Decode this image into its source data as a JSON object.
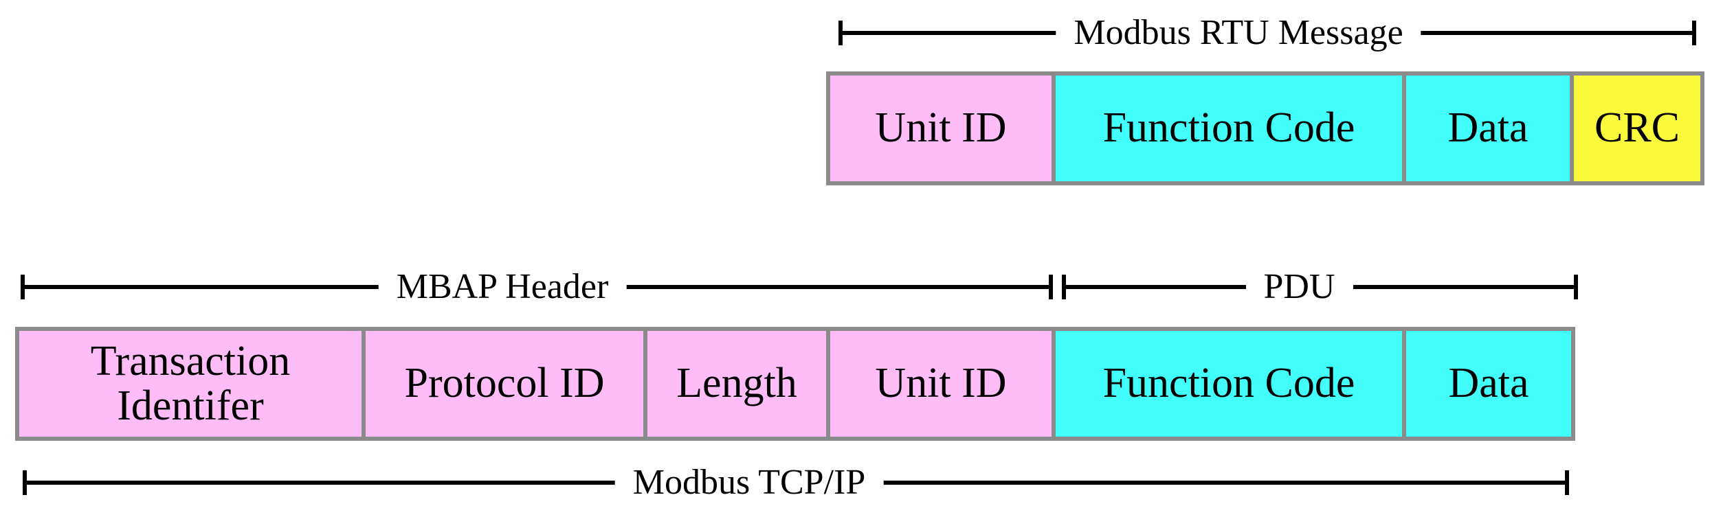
{
  "rtu_section": {
    "bracket_label": "Modbus RTU Message",
    "fields": [
      {
        "label": "Unit ID",
        "color": "pink"
      },
      {
        "label": "Function Code",
        "color": "cyan"
      },
      {
        "label": "Data",
        "color": "cyan"
      },
      {
        "label": "CRC",
        "color": "yellow"
      }
    ]
  },
  "tcp_section": {
    "mbap_bracket_label": "MBAP Header",
    "pdu_bracket_label": "PDU",
    "bottom_bracket_label": "Modbus TCP/IP",
    "fields": [
      {
        "label": "Transaction Identifer",
        "color": "pink"
      },
      {
        "label": "Protocol ID",
        "color": "pink"
      },
      {
        "label": "Length",
        "color": "pink"
      },
      {
        "label": "Unit ID",
        "color": "pink"
      },
      {
        "label": "Function Code",
        "color": "cyan"
      },
      {
        "label": "Data",
        "color": "cyan"
      }
    ]
  },
  "colors": {
    "pink": "#ffbdf8",
    "cyan": "#42fffc",
    "yellow": "#fafa3d",
    "box_border": "#8b8b8b",
    "bracket": "#000000"
  }
}
